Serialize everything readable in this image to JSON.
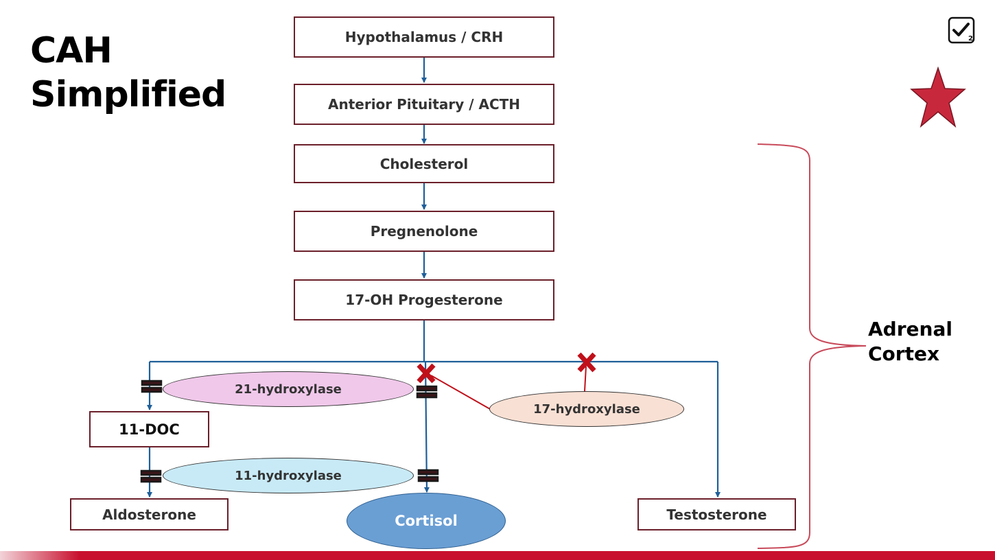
{
  "title": {
    "line1": "CAH",
    "line2": "Simplified"
  },
  "boxes": {
    "hypothalamus": "Hypothalamus / CRH",
    "pituitary": "Anterior Pituitary / ACTH",
    "cholesterol": "Cholesterol",
    "pregnenolone": "Pregnenolone",
    "ohprog": "17-OH Progesterone",
    "doc": "11-DOC",
    "aldosterone": "Aldosterone",
    "cortisol": "Cortisol",
    "testosterone": "Testosterone"
  },
  "enzymes": {
    "e21": "21-hydroxylase",
    "e17": "17-hydroxylase",
    "e11": "11-hydroxylase"
  },
  "bracket_label": {
    "line1": "Adrenal",
    "line2": "Cortex"
  },
  "icons": {
    "checkbox": "checkbox-icon",
    "star": "star-icon"
  },
  "colors": {
    "arrow": "#1f5f99",
    "box_border": "#6b1f2a",
    "block_x": "#c0101a",
    "bracket": "#c84a5a",
    "e21_fill": "#f0c8ea",
    "e17_fill": "#f9e0d4",
    "e11_fill": "#c8eaf6",
    "cortisol_fill": "#6a9fd4",
    "star": "#c8283c",
    "bottom_bar": "#c8102e"
  }
}
